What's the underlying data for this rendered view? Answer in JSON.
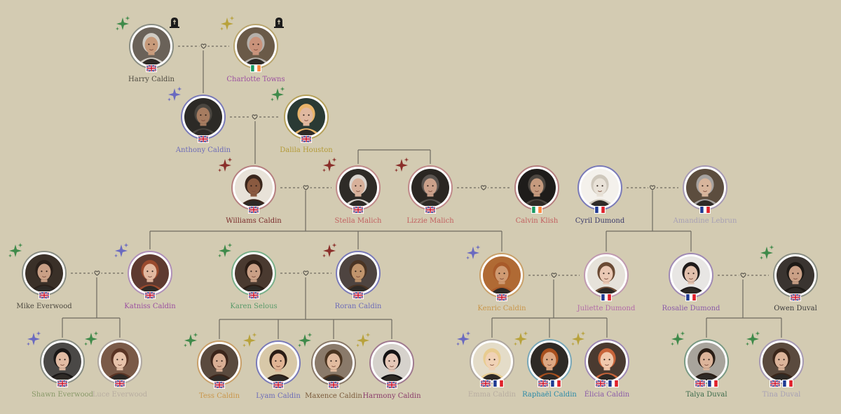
{
  "background": "#d3cbb2",
  "line_color": "#6e6a60",
  "heart_color": "#55524a",
  "people": [
    {
      "id": "harry",
      "name": "Harry Caldin",
      "color": "#4e4a40",
      "ring": "#8a8e84",
      "flags": [
        "uk"
      ],
      "sparkle": "#3f8a4a",
      "deceased": true,
      "skin": "#c79a7a",
      "hair": "#d0ccc4",
      "bg": "#6a6259"
    },
    {
      "id": "charlotte",
      "name": "Charlotte Towns",
      "color": "#9b4fa0",
      "ring": "#b9a56e",
      "flags": [
        "ie"
      ],
      "sparkle": "#b8a23c",
      "deceased": true,
      "skin": "#c9927a",
      "hair": "#b5b0aa",
      "bg": "#6a5a48"
    },
    {
      "id": "anthony",
      "name": "Anthony Caldin",
      "color": "#6c6bb8",
      "ring": "#7a7ab8",
      "flags": [
        "uk"
      ],
      "sparkle": "#6a6ac0",
      "deceased": false,
      "skin": "#a67c60",
      "hair": "#4a4640",
      "bg": "#2c2a26"
    },
    {
      "id": "dalila",
      "name": "Dalila Houston",
      "color": "#b39a36",
      "ring": "#b6a15a",
      "flags": [
        "uk"
      ],
      "sparkle": "#3f8a4a",
      "deceased": false,
      "skin": "#e0b8a0",
      "hair": "#e9b46a",
      "bg": "#2a3a34"
    },
    {
      "id": "williams",
      "name": "Williams Caldin",
      "color": "#7a2a2a",
      "ring": "#b68080",
      "flags": [
        "uk"
      ],
      "sparkle": "#8a2f2a",
      "deceased": false,
      "skin": "#8a5a40",
      "hair": "#3a261c",
      "bg": "#e8e2d8"
    },
    {
      "id": "stella",
      "name": "Stella Malich",
      "color": "#c26060",
      "ring": "#c08a8a",
      "flags": [
        "uk"
      ],
      "sparkle": "#8a2f2a",
      "deceased": false,
      "skin": "#d7b09a",
      "hair": "#d9d4cf",
      "bg": "#2e2b27"
    },
    {
      "id": "lizzie",
      "name": "Lizzie Malich",
      "color": "#c26060",
      "ring": "#c08a8a",
      "flags": [
        "uk"
      ],
      "sparkle": "#8a2f2a",
      "deceased": false,
      "skin": "#caa08a",
      "hair": "#5a5450",
      "bg": "#2a2622"
    },
    {
      "id": "calvin",
      "name": "Calvin Klish",
      "color": "#c26060",
      "ring": "#b68080",
      "flags": [
        "ie"
      ],
      "sparkle": "",
      "deceased": false,
      "skin": "#c59a7e",
      "hair": "#4c4640",
      "bg": "#1e1c1a"
    },
    {
      "id": "cyril",
      "name": "Cyril Dumond",
      "color": "#3a3a6a",
      "ring": "#7a7ab8",
      "flags": [
        "fr"
      ],
      "sparkle": "",
      "deceased": false,
      "skin": "#e9e2d8",
      "hair": "#cfc8bc",
      "bg": "#f4f1ec"
    },
    {
      "id": "amandine",
      "name": "Amandine Lebrun",
      "color": "#a7a0b4",
      "ring": "#a79ab4",
      "flags": [
        "fr"
      ],
      "sparkle": "",
      "deceased": false,
      "skin": "#d8b59c",
      "hair": "#a6a2a0",
      "bg": "#5c4d3e"
    },
    {
      "id": "mike",
      "name": "Mike Everwood",
      "color": "#4e4a40",
      "ring": "#8a8e84",
      "flags": [
        "uk"
      ],
      "sparkle": "#3f8a4a",
      "deceased": false,
      "skin": "#caa086",
      "hair": "#2a201a",
      "bg": "#3a3028"
    },
    {
      "id": "katniss",
      "name": "Katniss Caldin",
      "color": "#9b4fa0",
      "ring": "#b090b8",
      "flags": [
        "uk"
      ],
      "sparkle": "#6a6ac0",
      "deceased": false,
      "skin": "#e2b8a0",
      "hair": "#9a4a2e",
      "bg": "#5e3a30"
    },
    {
      "id": "karen",
      "name": "Karen Selous",
      "color": "#5a9a6a",
      "ring": "#7ab08a",
      "flags": [
        "uk"
      ],
      "sparkle": "#3f8a4a",
      "deceased": false,
      "skin": "#caa086",
      "hair": "#2a1c14",
      "bg": "#4a3a30"
    },
    {
      "id": "roran",
      "name": "Roran Caldin",
      "color": "#6c6bb8",
      "ring": "#7a7ab8",
      "flags": [
        "uk"
      ],
      "sparkle": "#8a2f2a",
      "deceased": false,
      "skin": "#c0946c",
      "hair": "#4a3424",
      "bg": "#4e4440"
    },
    {
      "id": "kenric",
      "name": "Kenric Caldin",
      "color": "#c9964a",
      "ring": "#c9a06a",
      "flags": [
        "uk"
      ],
      "sparkle": "#6a6ac0",
      "deceased": false,
      "skin": "#cf9a72",
      "hair": "#a85a2a",
      "bg": "#b06a34"
    },
    {
      "id": "juliette",
      "name": "Juliette Dumond",
      "color": "#b26aa8",
      "ring": "#c09ab0",
      "flags": [
        "fr"
      ],
      "sparkle": "",
      "deceased": false,
      "skin": "#eac8b4",
      "hair": "#6a4a34",
      "bg": "#e6e2da"
    },
    {
      "id": "rosalie",
      "name": "Rosalie Dumond",
      "color": "#8a5aa8",
      "ring": "#a08ab4",
      "flags": [
        "fr"
      ],
      "sparkle": "",
      "deceased": false,
      "skin": "#e2c0ac",
      "hair": "#1e1a1a",
      "bg": "#e8e6e4"
    },
    {
      "id": "owen",
      "name": "Owen Duval",
      "color": "#3a3a3a",
      "ring": "#8a8e84",
      "flags": [
        "uk"
      ],
      "sparkle": "#3f8a4a",
      "deceased": false,
      "skin": "#caa086",
      "hair": "#1e1a16",
      "bg": "#3a3430"
    },
    {
      "id": "shawn",
      "name": "Shawn Everwood",
      "color": "#8a9a6a",
      "ring": "#8a8e84",
      "flags": [
        "uk"
      ],
      "sparkle": "#6a6ac0",
      "deceased": false,
      "skin": "#e2bca4",
      "hair": "#1a1716",
      "bg": "#4a4846"
    },
    {
      "id": "luce",
      "name": "Luce Everwood",
      "color": "#b8ada0",
      "ring": "#b0a8a0",
      "flags": [
        "uk"
      ],
      "sparkle": "#3f8a4a",
      "deceased": false,
      "skin": "#e6c2aa",
      "hair": "#5a3424",
      "bg": "#7a5a48"
    },
    {
      "id": "tess",
      "name": "Tess Caldin",
      "color": "#c9964a",
      "ring": "#c9a06a",
      "flags": [
        "uk"
      ],
      "sparkle": "#3f8a4a",
      "deceased": false,
      "skin": "#d8ae94",
      "hair": "#3a241a",
      "bg": "#5a4a3e"
    },
    {
      "id": "lyam",
      "name": "Lyam Caldin",
      "color": "#6c6bb8",
      "ring": "#7a7ab8",
      "flags": [
        "uk"
      ],
      "sparkle": "#b8a23c",
      "deceased": false,
      "skin": "#e0b494",
      "hair": "#2a1c14",
      "bg": "#d8c8a8"
    },
    {
      "id": "maxence",
      "name": "Maxence Caldin",
      "color": "#7a5a3a",
      "ring": "#8a7a6a",
      "flags": [
        "uk"
      ],
      "sparkle": "#3f8a4a",
      "deceased": false,
      "skin": "#e2bca0",
      "hair": "#4a3420",
      "bg": "#8a7a6a"
    },
    {
      "id": "harmony",
      "name": "Harmony Caldin",
      "color": "#8a3a6a",
      "ring": "#a07a90",
      "flags": [
        "uk"
      ],
      "sparkle": "#b8a23c",
      "deceased": false,
      "skin": "#e6c8b8",
      "hair": "#141214",
      "bg": "#d6d2cc"
    },
    {
      "id": "emma",
      "name": "Emma Caldin",
      "color": "#b8ada0",
      "ring": "#b0a8a0",
      "flags": [
        "uk",
        "fr"
      ],
      "sparkle": "#6a6ac0",
      "deceased": false,
      "skin": "#f0d2b6",
      "hair": "#e8cc90",
      "bg": "#e4dcc8"
    },
    {
      "id": "raphael",
      "name": "Raphaël Caldin",
      "color": "#2a8aa8",
      "ring": "#7aa8b8",
      "flags": [
        "uk",
        "fr"
      ],
      "sparkle": "#b8a23c",
      "deceased": false,
      "skin": "#dca884",
      "hair": "#a8501e",
      "bg": "#2e2a26"
    },
    {
      "id": "elicia",
      "name": "Élicia Caldin",
      "color": "#8a5aa8",
      "ring": "#a08ab4",
      "flags": [
        "uk",
        "fr"
      ],
      "sparkle": "#b8a23c",
      "deceased": false,
      "skin": "#f0c8ac",
      "hair": "#c8643a",
      "bg": "#4a3a30"
    },
    {
      "id": "talya",
      "name": "Talya Duval",
      "color": "#3a6a4a",
      "ring": "#7a9a84",
      "flags": [
        "uk",
        "fr"
      ],
      "sparkle": "#3f8a4a",
      "deceased": false,
      "skin": "#dcb49a",
      "hair": "#2a1e16",
      "bg": "#a8a49c"
    },
    {
      "id": "tina",
      "name": "Tina Duval",
      "color": "#a7a0b4",
      "ring": "#a79ab4",
      "flags": [
        "uk",
        "fr"
      ],
      "sparkle": "#3f8a4a",
      "deceased": false,
      "skin": "#dcb49a",
      "hair": "#3a261a",
      "bg": "#5a4a3e"
    }
  ]
}
